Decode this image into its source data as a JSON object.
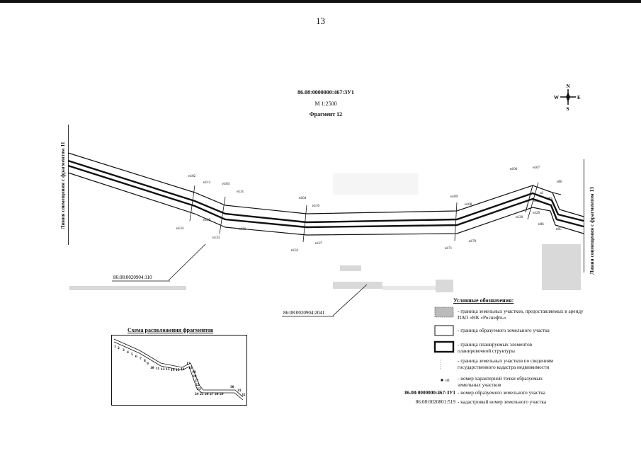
{
  "page_number": "13",
  "title": {
    "plot_id": "86.08:0000000:467:ЗУ1",
    "scale": "М 1:2500",
    "fragment": "Фрагмент 12"
  },
  "compass": {
    "n": "N",
    "s": "S",
    "w": "W",
    "e": "E"
  },
  "side_labels": {
    "left": "Линия совмещения с фрагментом 11",
    "right": "Линия совмещения с фрагментом 13"
  },
  "point_labels": [
    "н102",
    "н112",
    "н103",
    "н131",
    "н104",
    "н110",
    "н109",
    "н108",
    "н106",
    "н107",
    "н3",
    "н30",
    "н90",
    "н93",
    "н125",
    "н133",
    "н134",
    "н126",
    "н127",
    "н132",
    "н171",
    "н170",
    "н130",
    "н129",
    "н96",
    "н95"
  ],
  "cadastral_labels": {
    "parcel_1": "86:08:0020904:110",
    "parcel_2": "86:08:0020904:2041"
  },
  "legend": {
    "title": "Условные обозначения:",
    "items": [
      "- граница земельных участков, предоставляемых в аренду ПАО «НК «Роснефть»",
      "- граница образуемого земельного участка",
      "- граница планируемых элементов планировочной структуры",
      "- граница земельных участков по сведениям государственного кадастра недвижимости",
      "- номер характерной точки образуемых земельных участков",
      "- номер образуемого земельного участка",
      "- кадастровый номер земельного участка"
    ],
    "point_sample": "н1",
    "plot_sample": "86.08:0000000:467:ЗУ1",
    "cadastral_sample": "86:08:0020801:519"
  },
  "scheme": {
    "title": "Схема расположения фрагментов",
    "numbers": [
      "1",
      "2",
      "3",
      "4",
      "5",
      "6",
      "7",
      "8",
      "9",
      "10",
      "11",
      "12",
      "13",
      "14",
      "15",
      "16",
      "17",
      "18",
      "19",
      "20",
      "21",
      "22",
      "23",
      "24",
      "25",
      "26",
      "27",
      "28",
      "29",
      "30",
      "31",
      "32"
    ]
  },
  "colors": {
    "ink": "#111111",
    "hatch": "#9a9a9a"
  }
}
